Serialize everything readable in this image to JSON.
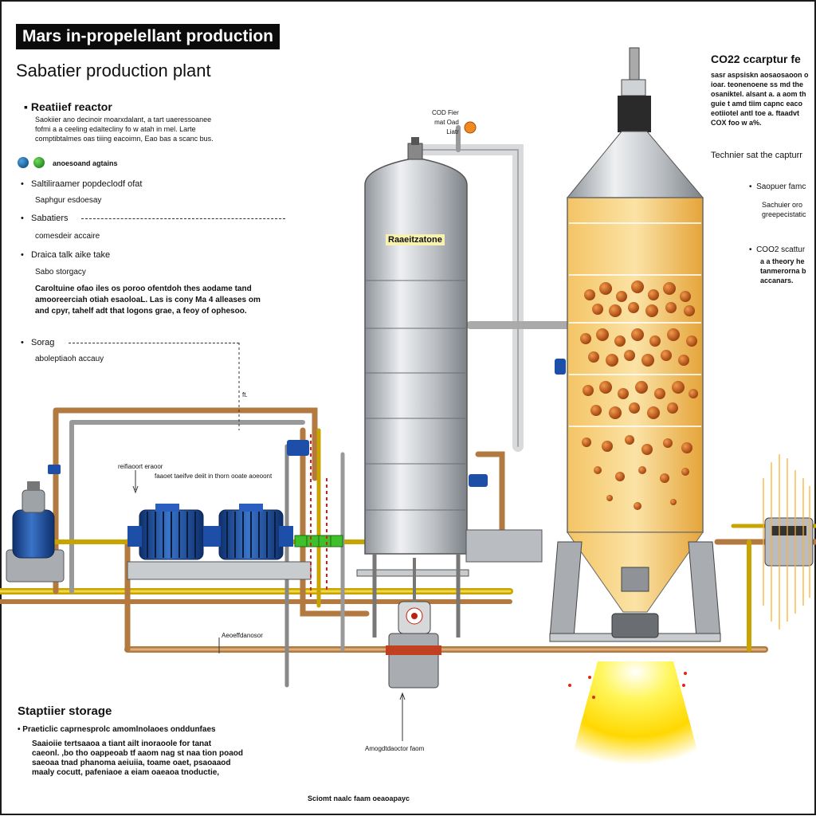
{
  "title": "Mars in-propelellant production",
  "subtitle": "Sabatier production plant",
  "reactor": {
    "heading": "Reatiief reactor",
    "paragraph": [
      "Saokiier ano decinoir moarxdalant, a tart uaeressoanee",
      "fofmi a a ceeling edaltecliny fo w atah in mel. Larte",
      "comptibtalmes oas tiiing eacoimn, Eao bas a scanc bus."
    ],
    "legend_label": "anoesoand agtains",
    "bullets": [
      "Saltiliraamer popdeclodf ofat",
      "Saphgur esdoesay",
      "Sabatiers",
      "comesdeir accaire",
      "Draica talk aike take",
      "Sabo storgacy"
    ],
    "note": [
      "Caroltuine ofao iles os poroo ofentdoh thes aodame tand",
      "amooreerciah otiah esaoloaL. Las is cony Ma 4 alleases om",
      "and cpyr, tahelf adt that logons grae, a feoy of ophesoo."
    ],
    "storage_label": "Sorag",
    "absorption_label": "aboleptiaoh accauy"
  },
  "co2_panel": {
    "heading": "CO22 ccarptur fe",
    "lines": [
      "sasr aspsiskn aosaosaoon o",
      "ioar. teonenoene ss md the",
      "osaniktel. alsant a. a aom th",
      "guie t amd tiim capnc eaco",
      "eotiiotel antl toe a. ftaadvt",
      "COX foo w a%."
    ],
    "technier": "Technier sat the capturr",
    "bullet1": "Saopuer famc",
    "sub1": [
      "Sachuier oro",
      "greepecistatic"
    ],
    "bullet2": "COO2 scattur",
    "sub2": [
      "a a theory he",
      "tanmerorna b",
      "accanars."
    ]
  },
  "diagram": {
    "co2_label_lines": [
      "COD Fier",
      "mat Oad",
      "Liatr"
    ],
    "tank_label": "Raaeitzatone",
    "pump_label": "reifiaoort eraoor",
    "pump_note": "faaoet taeifve deiit in thorn ooate aoeoont",
    "arrow_label": "ft.",
    "aero_label": "Aeoeffdanosor",
    "bottom_label": "Amogdtdaoctor faom"
  },
  "storage": {
    "heading": "Staptiier storage",
    "bullet": "Praeticlic caprnesprolc amomlnolaoes onddunfaes",
    "lines": [
      "Saaioiie tertsaaoa a tiant ailt inoraoole for tanat",
      "caeonl. ,bo tho oappeoab tf aaom nag st naa tion poaod",
      "saeoaa tnad phanoma aeiuiia, toame oaet, psaoaaod",
      "maaly cocutt, pafeniaoe a eiam oaeaoa tnoductie,"
    ]
  },
  "footer": "Sciomt naalc faam oeaoapayc",
  "colors": {
    "steel": "#b8bcc0",
    "fluid": "#f0b43c",
    "pipe_copper": "#c8874a",
    "pipe_yellow": "#d8b800",
    "pump_blue": "#1e4fa8",
    "flame": "#ffe400"
  }
}
